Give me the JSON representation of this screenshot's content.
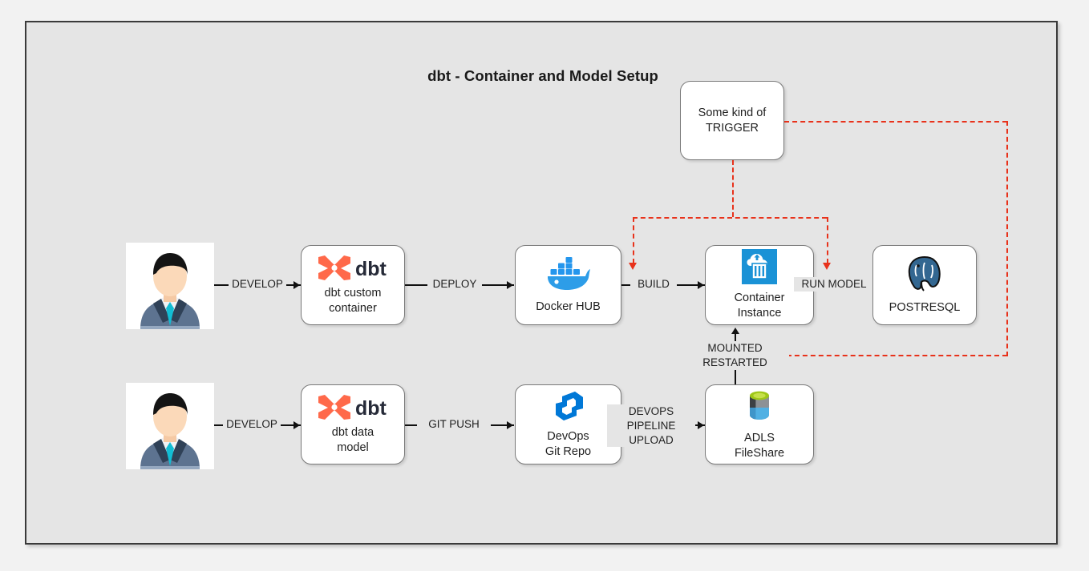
{
  "page": {
    "title": "dbt - Container and Model Setup",
    "background_color": "#e5e5e5",
    "outer_background_color": "#f2f2f2",
    "frame_border_color": "#3a3a3a"
  },
  "colors": {
    "dbt_orange": "#ff694a",
    "dbt_navy": "#262a38",
    "docker_blue": "#2496ed",
    "azure_blue": "#1a92d6",
    "devops_blue": "#0078d7",
    "postgres_blue": "#336791",
    "adls_green": "#9fc717",
    "adls_dark": "#3c4043",
    "adls_lightblue": "#51b0e3",
    "trigger_red": "#e8321b",
    "connector_black": "#111111"
  },
  "nodes": [
    {
      "id": "developer-top",
      "icon": "person-avatar-icon",
      "label": ""
    },
    {
      "id": "dbt-custom-container",
      "icon": "dbt-logo-icon",
      "label": "dbt custom\ncontainer"
    },
    {
      "id": "docker-hub",
      "icon": "docker-whale-icon",
      "label": "Docker HUB"
    },
    {
      "id": "container-instance",
      "icon": "azure-container-instance-icon",
      "label": "Container\nInstance"
    },
    {
      "id": "postgresql",
      "icon": "postgresql-elephant-icon",
      "label": "POSTRESQL"
    },
    {
      "id": "developer-bottom",
      "icon": "person-avatar-icon",
      "label": ""
    },
    {
      "id": "dbt-data-model",
      "icon": "dbt-logo-icon",
      "label": "dbt data\nmodel"
    },
    {
      "id": "devops-git-repo",
      "icon": "azure-devops-icon",
      "label": "DevOps\nGit Repo"
    },
    {
      "id": "adls-fileshare",
      "icon": "adls-storage-icon",
      "label": "ADLS\nFileShare"
    },
    {
      "id": "trigger",
      "icon": "",
      "label": "Some kind of\nTRIGGER"
    }
  ],
  "edges": [
    {
      "id": "develop-top",
      "label": "DEVELOP"
    },
    {
      "id": "deploy",
      "label": "DEPLOY"
    },
    {
      "id": "build",
      "label": "BUILD"
    },
    {
      "id": "run-model",
      "label": "RUN MODEL"
    },
    {
      "id": "develop-bottom",
      "label": "DEVELOP"
    },
    {
      "id": "git-push",
      "label": "GIT PUSH"
    },
    {
      "id": "devops-pipeline-upload",
      "label": "DEVOPS\nPIPELINE\nUPLOAD"
    },
    {
      "id": "mounted-restarted",
      "label": "MOUNTED\nRESTARTED"
    }
  ]
}
